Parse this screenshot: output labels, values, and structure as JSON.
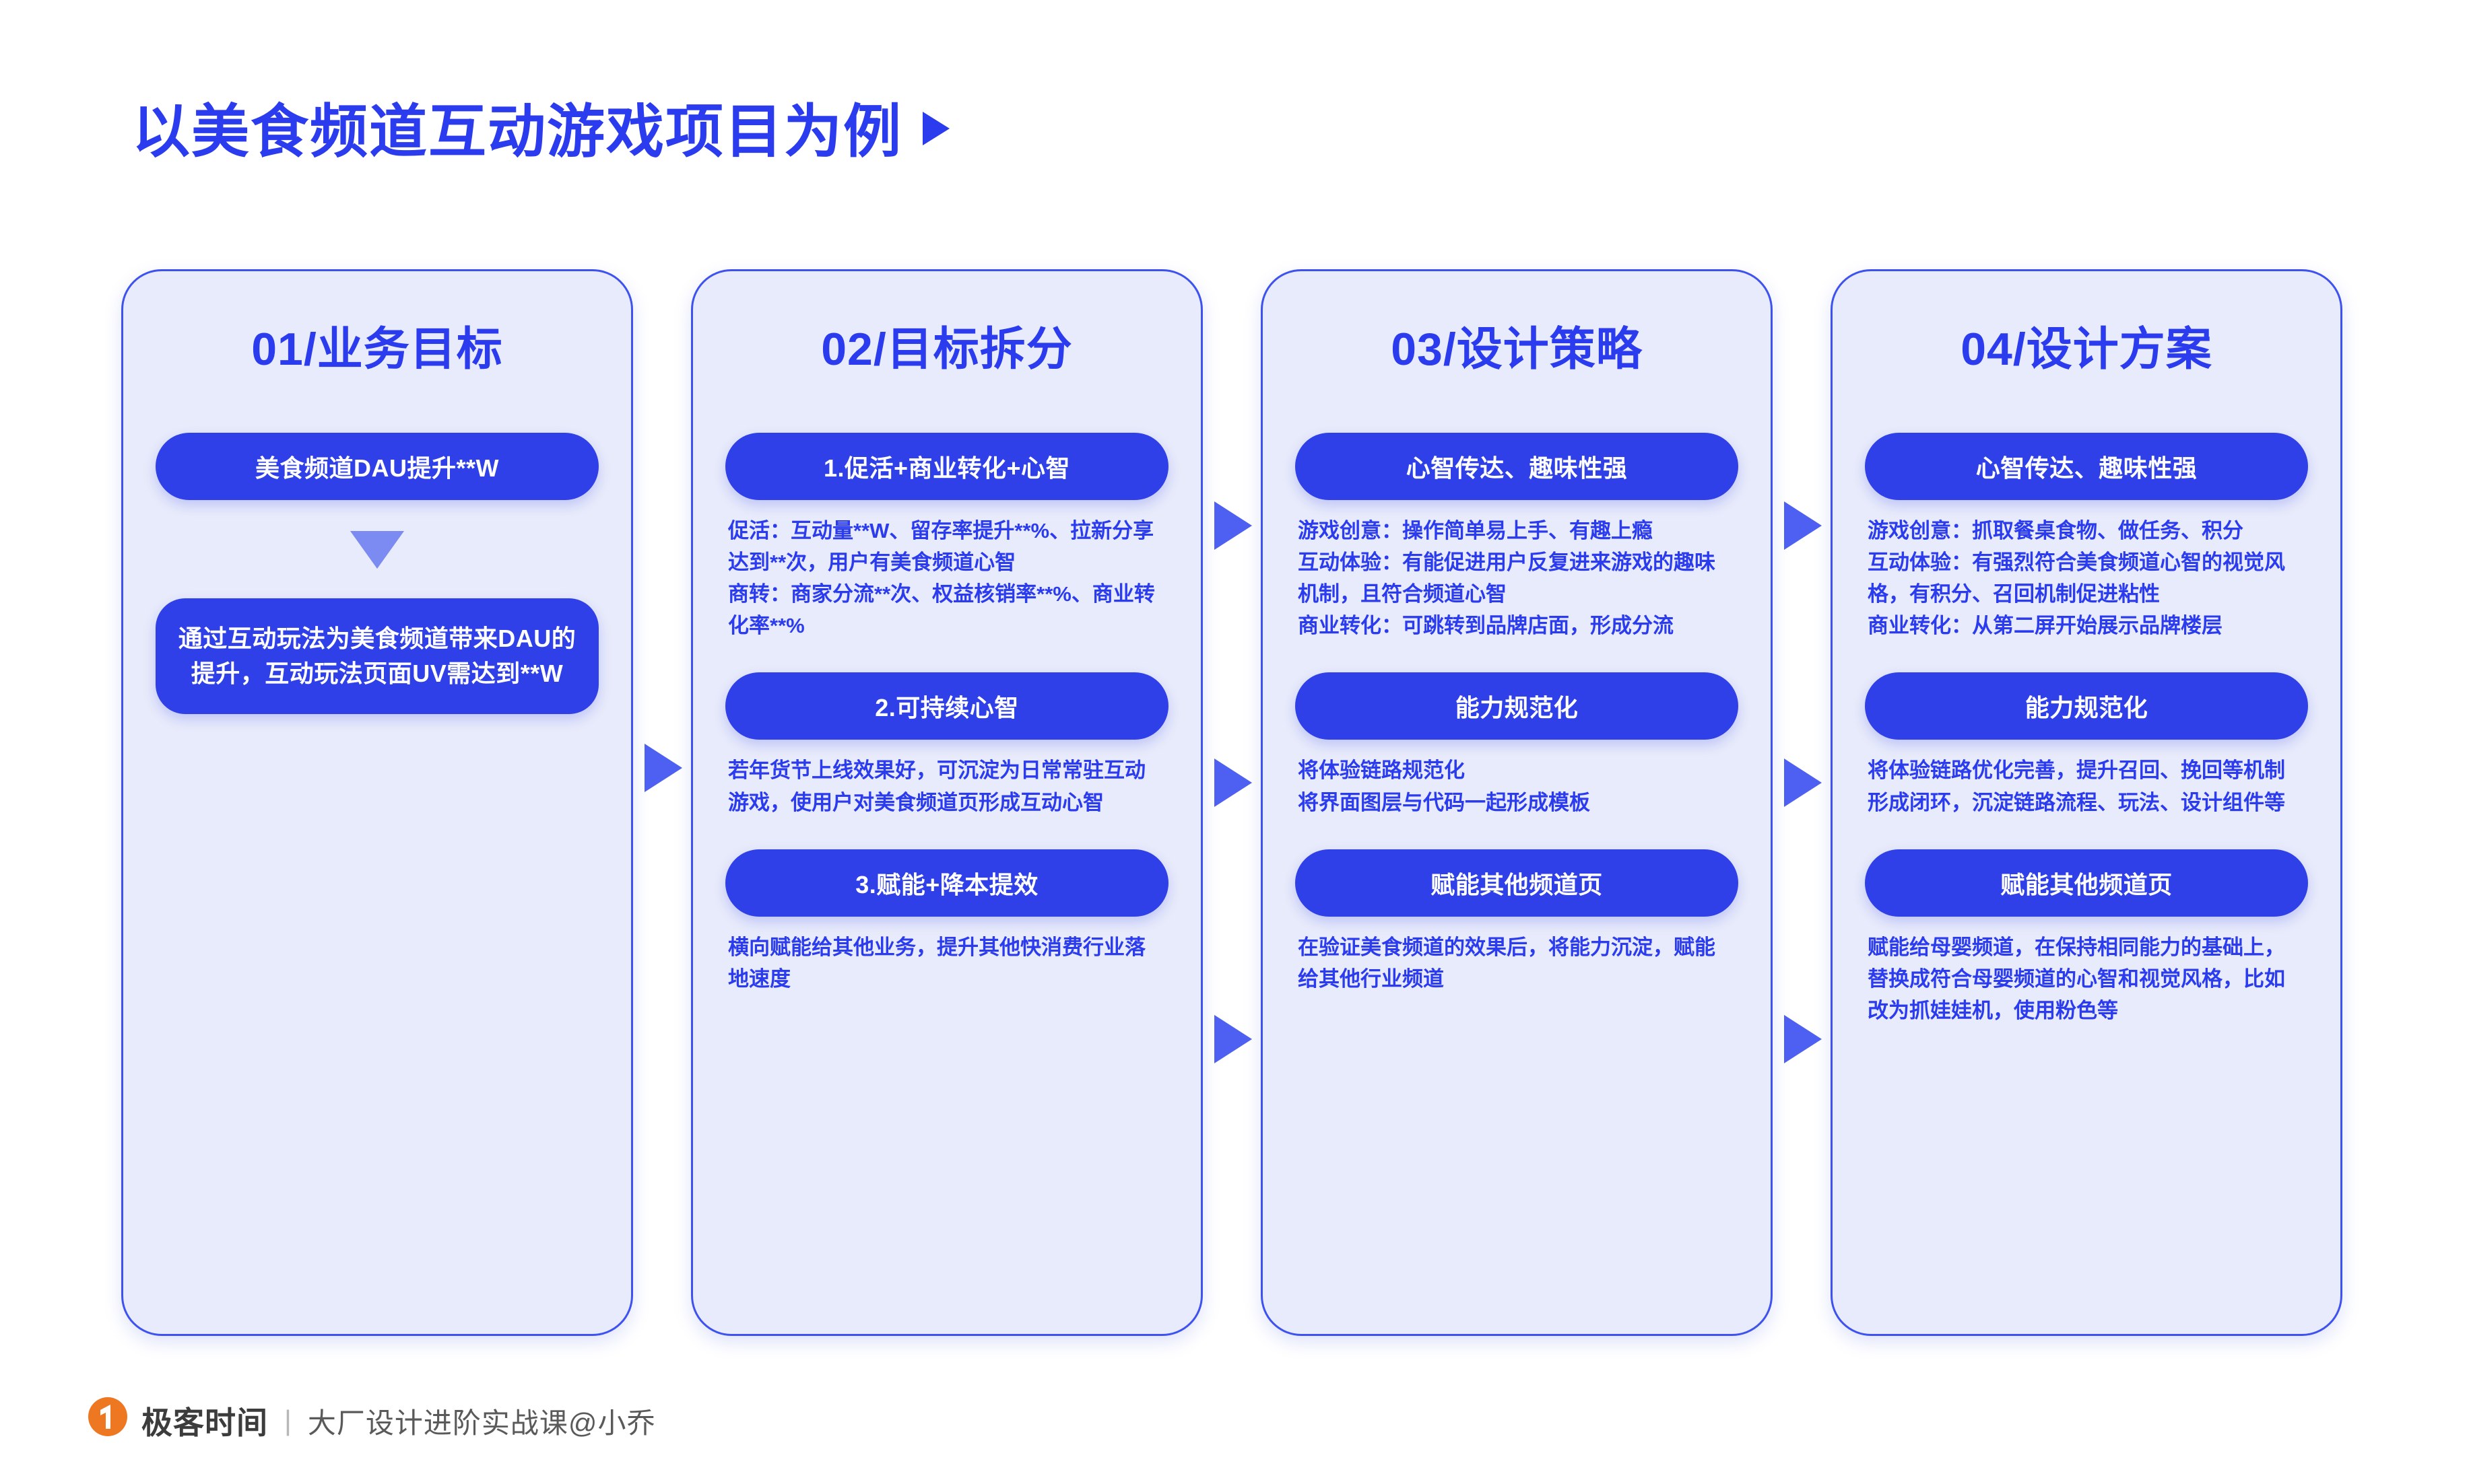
{
  "title": {
    "text": "以美食频道互动游戏项目为例",
    "arrow_icon": "play-triangle-icon"
  },
  "accent": {
    "blue": "#2B3BEE",
    "pill_blue": "#2F40E8",
    "card_bg": "#E8EBFB",
    "card_border": "#3E52F0",
    "logo_orange": "#EE7722"
  },
  "columns": [
    {
      "heading": "01/业务目标",
      "groups": [
        {
          "pill": "美食频道DAU提升**W",
          "pill_style": "round",
          "desc": ""
        },
        {
          "arrow": "down-triangle-icon"
        },
        {
          "pill": "通过互动玩法为美食频道带来DAU的提升，互动玩法页面UV需达到**W",
          "pill_style": "block",
          "desc": ""
        }
      ]
    },
    {
      "heading": "02/目标拆分",
      "groups": [
        {
          "pill": "1.促活+商业转化+心智",
          "pill_style": "round",
          "desc": "促活：互动量**W、留存率提升**%、拉新分享达到**次，用户有美食频道心智\n商转：商家分流**次、权益核销率**%、商业转化率**%"
        },
        {
          "pill": "2.可持续心智",
          "pill_style": "round",
          "desc": "若年货节上线效果好，可沉淀为日常常驻互动游戏，使用户对美食频道页形成互动心智"
        },
        {
          "pill": "3.赋能+降本提效",
          "pill_style": "round",
          "desc": "横向赋能给其他业务，提升其他快消费行业落地速度"
        }
      ]
    },
    {
      "heading": "03/设计策略",
      "groups": [
        {
          "pill": "心智传达、趣味性强",
          "pill_style": "round",
          "desc": "游戏创意：操作简单易上手、有趣上瘾\n互动体验：有能促进用户反复进来游戏的趣味机制，且符合频道心智\n商业转化：可跳转到品牌店面，形成分流"
        },
        {
          "pill": "能力规范化",
          "pill_style": "round",
          "desc": "将体验链路规范化\n将界面图层与代码一起形成模板"
        },
        {
          "pill": "赋能其他频道页",
          "pill_style": "round",
          "desc": "在验证美食频道的效果后，将能力沉淀，赋能给其他行业频道"
        }
      ]
    },
    {
      "heading": "04/设计方案",
      "groups": [
        {
          "pill": "心智传达、趣味性强",
          "pill_style": "round",
          "desc": "游戏创意：抓取餐桌食物、做任务、积分\n互动体验：有强烈符合美食频道心智的视觉风格，有积分、召回机制促进粘性\n商业转化：从第二屏开始展示品牌楼层"
        },
        {
          "pill": "能力规范化",
          "pill_style": "round",
          "desc": "将体验链路优化完善，提升召回、挽回等机制形成闭环，沉淀链路流程、玩法、设计组件等"
        },
        {
          "pill": "赋能其他频道页",
          "pill_style": "round",
          "desc": "赋能给母婴频道，在保持相同能力的基础上，替换成符合母婴频道的心智和视觉风格，比如改为抓娃娃机，使用粉色等"
        }
      ]
    }
  ],
  "step_arrows": [
    {
      "icon": "right-triangle-icon"
    },
    {
      "icon": "right-triangle-icon"
    },
    {
      "icon": "right-triangle-icon"
    },
    {
      "icon": "right-triangle-icon"
    },
    {
      "icon": "right-triangle-icon"
    },
    {
      "icon": "right-triangle-icon"
    },
    {
      "icon": "right-triangle-icon"
    }
  ],
  "footer": {
    "logo_icon": "geekbang-drop-logo-icon",
    "brand": "极客时间",
    "divider": "|",
    "course": "大厂设计进阶实战课@小乔"
  }
}
